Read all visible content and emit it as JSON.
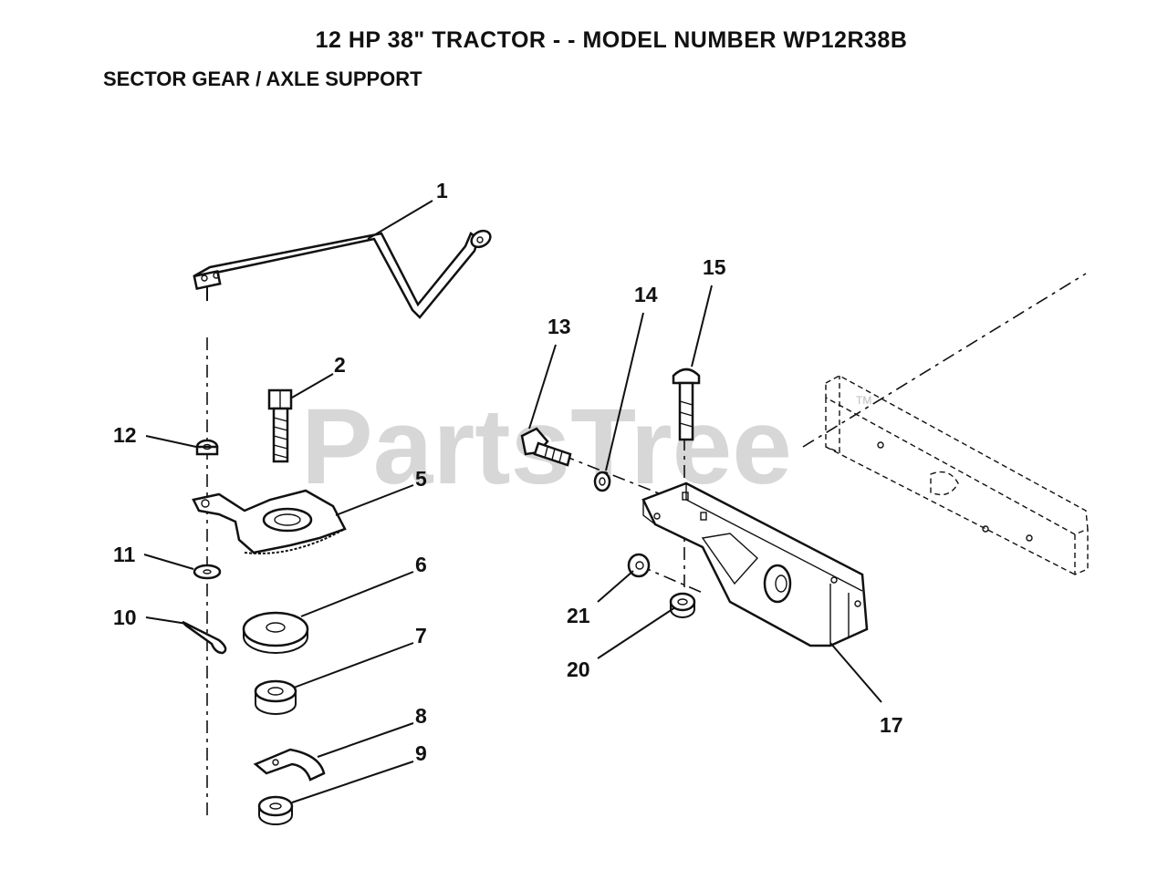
{
  "header": {
    "title": "12 HP 38\" TRACTOR - - MODEL NUMBER WP12R38B",
    "subtitle": "SECTOR GEAR / AXLE SUPPORT"
  },
  "watermark": {
    "text": "PartsTree",
    "trademark": "TM"
  },
  "callouts": [
    "1",
    "2",
    "5",
    "6",
    "7",
    "8",
    "9",
    "10",
    "11",
    "12",
    "13",
    "14",
    "15",
    "17",
    "20",
    "21"
  ]
}
